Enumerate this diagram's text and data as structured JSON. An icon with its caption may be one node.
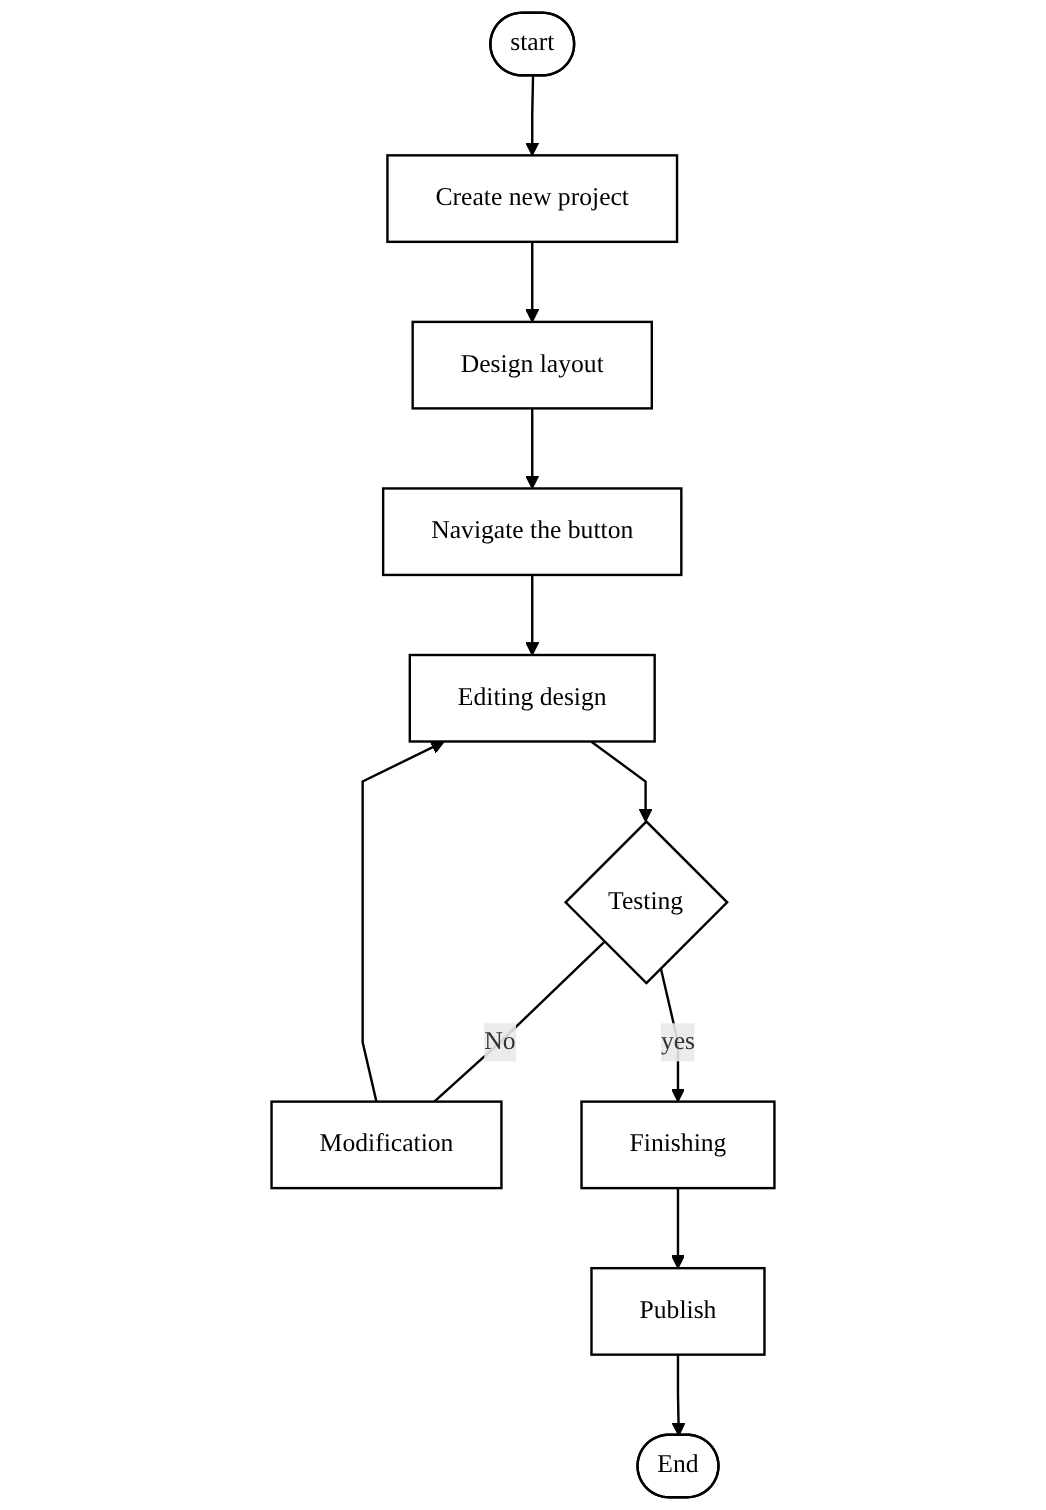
{
  "diagram": {
    "nodes": [
      {
        "text": [
          "start"
        ]
      },
      {
        "text": [
          "Create new project"
        ]
      },
      {
        "text": [
          "Design layout"
        ]
      },
      {
        "text": [
          "Navigate the button"
        ]
      },
      {
        "text": [
          "Editing design"
        ]
      },
      {
        "text": [
          "Modification"
        ]
      },
      {
        "text": [
          "Testing"
        ]
      },
      {
        "text": [
          "Finishing"
        ]
      },
      {
        "text": [
          "Publish"
        ]
      },
      {
        "text": [
          "End"
        ]
      }
    ],
    "edges": [
      {
        "from": 0,
        "to": 1,
        "arrow": "to"
      },
      {
        "from": 1,
        "to": 2,
        "arrow": "to"
      },
      {
        "from": 2,
        "to": 3,
        "arrow": "to"
      },
      {
        "from": 3,
        "to": 4,
        "arrow": "to"
      },
      {
        "from": 4,
        "to": 6,
        "arrow": "to"
      },
      {
        "from": 6,
        "to": 5,
        "label": "No",
        "arrow": "none"
      },
      {
        "from": 5,
        "to": 4,
        "arrow": "to"
      },
      {
        "from": 6,
        "to": 7,
        "label": "yes",
        "arrow": "to"
      },
      {
        "from": 7,
        "to": 8,
        "arrow": "to"
      },
      {
        "from": 8,
        "to": 9,
        "arrow": "to"
      }
    ]
  }
}
